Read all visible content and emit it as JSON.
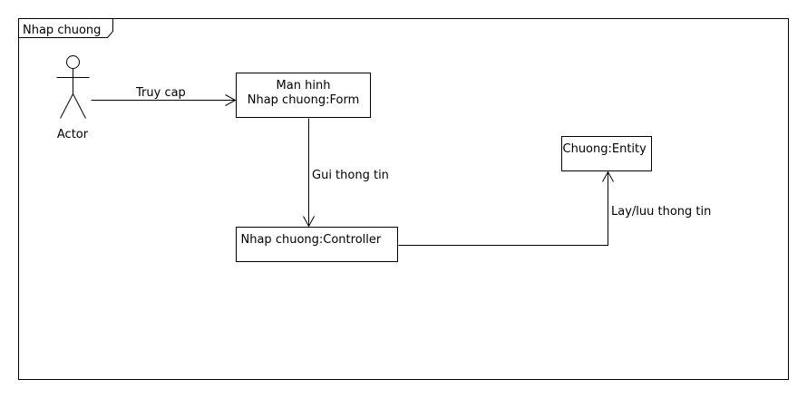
{
  "frame": {
    "title": "Nhap chuong"
  },
  "actor": {
    "label": "Actor"
  },
  "nodes": {
    "form": {
      "line1": "Man hinh",
      "line2": "Nhap chuong:Form"
    },
    "controller": {
      "label": "Nhap chuong:Controller"
    },
    "entity": {
      "label": "Chuong:Entity"
    }
  },
  "edges": {
    "actor_to_form": "Truy cap",
    "form_to_controller": "Gui thong tin",
    "controller_to_entity": "Lay/luu thong tin"
  },
  "colors": {
    "stroke": "#000000",
    "background": "#ffffff"
  }
}
